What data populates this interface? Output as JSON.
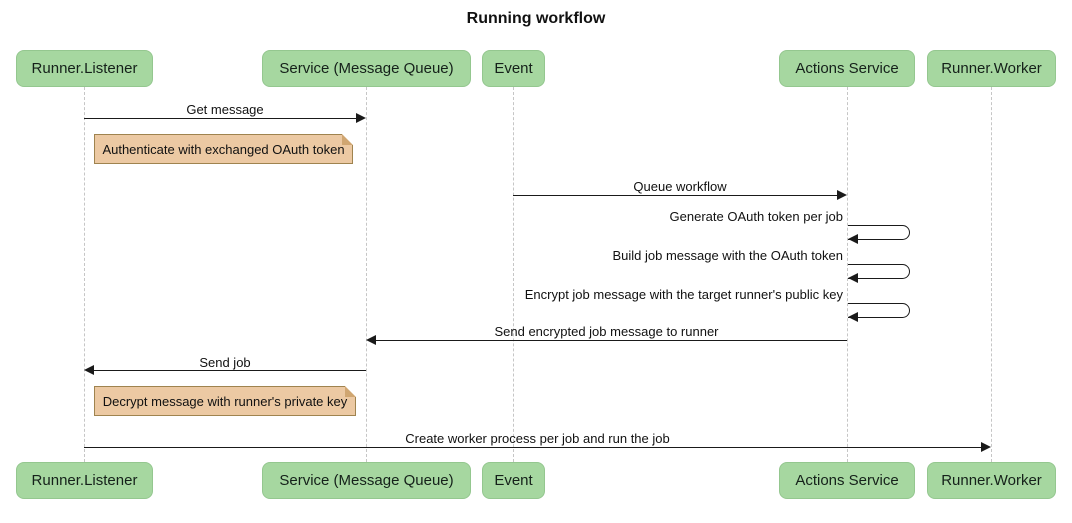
{
  "title": "Running workflow",
  "colors": {
    "participant_fill": "#a6d7a0",
    "note_fill": "#ecc9a3",
    "note_border": "#9f834f",
    "lifeline": "#c6c6c6",
    "arrow": "#1a1a1a"
  },
  "participants": [
    {
      "label": "Runner.Listener"
    },
    {
      "label": "Service (Message Queue)"
    },
    {
      "label": "Event"
    },
    {
      "label": "Actions Service"
    },
    {
      "label": "Runner.Worker"
    }
  ],
  "messages": [
    {
      "type": "arrow",
      "from": "Runner.Listener",
      "to": "Service (Message Queue)",
      "label": "Get message"
    },
    {
      "type": "note",
      "over": "Runner.Listener",
      "label": "Authenticate with exchanged OAuth token"
    },
    {
      "type": "arrow",
      "from": "Event",
      "to": "Actions Service",
      "label": "Queue workflow"
    },
    {
      "type": "self",
      "on": "Actions Service",
      "label": "Generate OAuth token per job"
    },
    {
      "type": "self",
      "on": "Actions Service",
      "label": "Build job message with the OAuth token"
    },
    {
      "type": "self",
      "on": "Actions Service",
      "label": "Encrypt job message with the target runner's public key"
    },
    {
      "type": "arrow",
      "from": "Actions Service",
      "to": "Service (Message Queue)",
      "label": "Send encrypted job message to runner"
    },
    {
      "type": "arrow",
      "from": "Service (Message Queue)",
      "to": "Runner.Listener",
      "label": "Send job"
    },
    {
      "type": "note",
      "over": "Runner.Listener",
      "label": "Decrypt message with runner's private key"
    },
    {
      "type": "arrow",
      "from": "Runner.Listener",
      "to": "Runner.Worker",
      "label": "Create worker process per job and run the job"
    }
  ]
}
